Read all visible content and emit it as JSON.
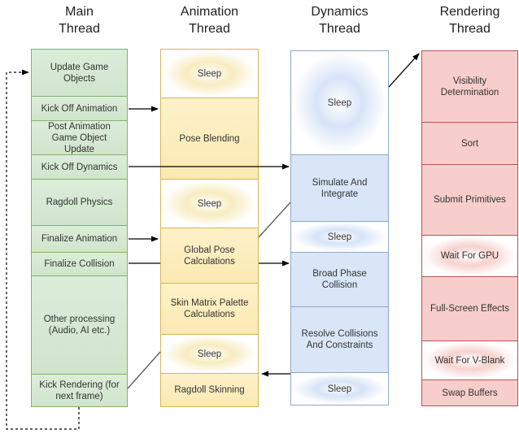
{
  "columns": [
    {
      "id": "main-thread",
      "title": "Main\nThread",
      "color_fill": "#d5e8d4",
      "color_stroke": "#82b366",
      "boxes": [
        {
          "label": "Update Game Objects",
          "kind": "work"
        },
        {
          "label": "Kick Off Animation",
          "kind": "work"
        },
        {
          "label": "Post Animation Game Object Update",
          "kind": "work"
        },
        {
          "label": "Kick Off Dynamics",
          "kind": "work"
        },
        {
          "label": "Ragdoll Physics",
          "kind": "work"
        },
        {
          "label": "Finalize Animation",
          "kind": "work"
        },
        {
          "label": "Finalize Collision",
          "kind": "work"
        },
        {
          "label": "Other processing (Audio, AI etc.)",
          "kind": "work"
        },
        {
          "label": "Kick Rendering (for next frame)",
          "kind": "work"
        }
      ]
    },
    {
      "id": "animation-thread",
      "title": "Animation\nThread",
      "color_fill": "#fceebe",
      "color_stroke": "#d6b656",
      "boxes": [
        {
          "label": "Sleep",
          "kind": "sleep"
        },
        {
          "label": "Pose Blending",
          "kind": "work"
        },
        {
          "label": "Sleep",
          "kind": "sleep"
        },
        {
          "label": "Global Pose Calculations",
          "kind": "work"
        },
        {
          "label": "Skin Matrix Palette Calculations",
          "kind": "work"
        },
        {
          "label": "Sleep",
          "kind": "sleep"
        },
        {
          "label": "Ragdoll Skinning",
          "kind": "work"
        }
      ]
    },
    {
      "id": "dynamics-thread",
      "title": "Dynamics\nThread",
      "color_fill": "#d9e6f8",
      "color_stroke": "#8ea7c6",
      "boxes": [
        {
          "label": "Sleep",
          "kind": "sleep"
        },
        {
          "label": "Simulate And Integrate",
          "kind": "work"
        },
        {
          "label": "Sleep",
          "kind": "sleep"
        },
        {
          "label": "Broad Phase Collision",
          "kind": "work"
        },
        {
          "label": "Resolve Collisions And Constraints",
          "kind": "work"
        },
        {
          "label": "Sleep",
          "kind": "sleep"
        }
      ]
    },
    {
      "id": "rendering-thread",
      "title": "Rendering\nThread",
      "color_fill": "#f7cecb",
      "color_stroke": "#b85450",
      "boxes": [
        {
          "label": "Visibility Determination",
          "kind": "work"
        },
        {
          "label": "Sort",
          "kind": "work"
        },
        {
          "label": "Submit Primitives",
          "kind": "work"
        },
        {
          "label": "Wait For GPU",
          "kind": "sleep"
        },
        {
          "label": "Full-Screen Effects",
          "kind": "work"
        },
        {
          "label": "Wait For V-Blank",
          "kind": "sleep"
        },
        {
          "label": "Swap Buffers",
          "kind": "work"
        }
      ]
    }
  ],
  "connectors": [
    {
      "from": "Kick Off Animation",
      "to": "Pose Blending",
      "style": "solid-arrow"
    },
    {
      "from": "Kick Off Dynamics",
      "to": "Simulate And Integrate",
      "style": "solid-arrow"
    },
    {
      "from": "Finalize Animation",
      "to": "Global Pose Calculations",
      "style": "solid-arrow"
    },
    {
      "from": "Finalize Collision",
      "to": "Broad Phase Collision",
      "style": "solid-arrow"
    },
    {
      "from": "Simulate And Integrate",
      "to": "Global Pose Calculations",
      "style": "plain-line"
    },
    {
      "from": "Kick Rendering (for next frame)",
      "to": "Sleep (animation)",
      "style": "plain-line"
    },
    {
      "from": "Sleep (dynamics bottom)",
      "to": "Ragdoll Skinning",
      "style": "solid-arrow"
    },
    {
      "from": "Sleep (dynamics top)",
      "to": "Visibility Determination",
      "style": "solid-arrow"
    },
    {
      "from": "Kick Rendering (for next frame)",
      "to": "Update Game Objects",
      "style": "dashed-arrow"
    }
  ]
}
